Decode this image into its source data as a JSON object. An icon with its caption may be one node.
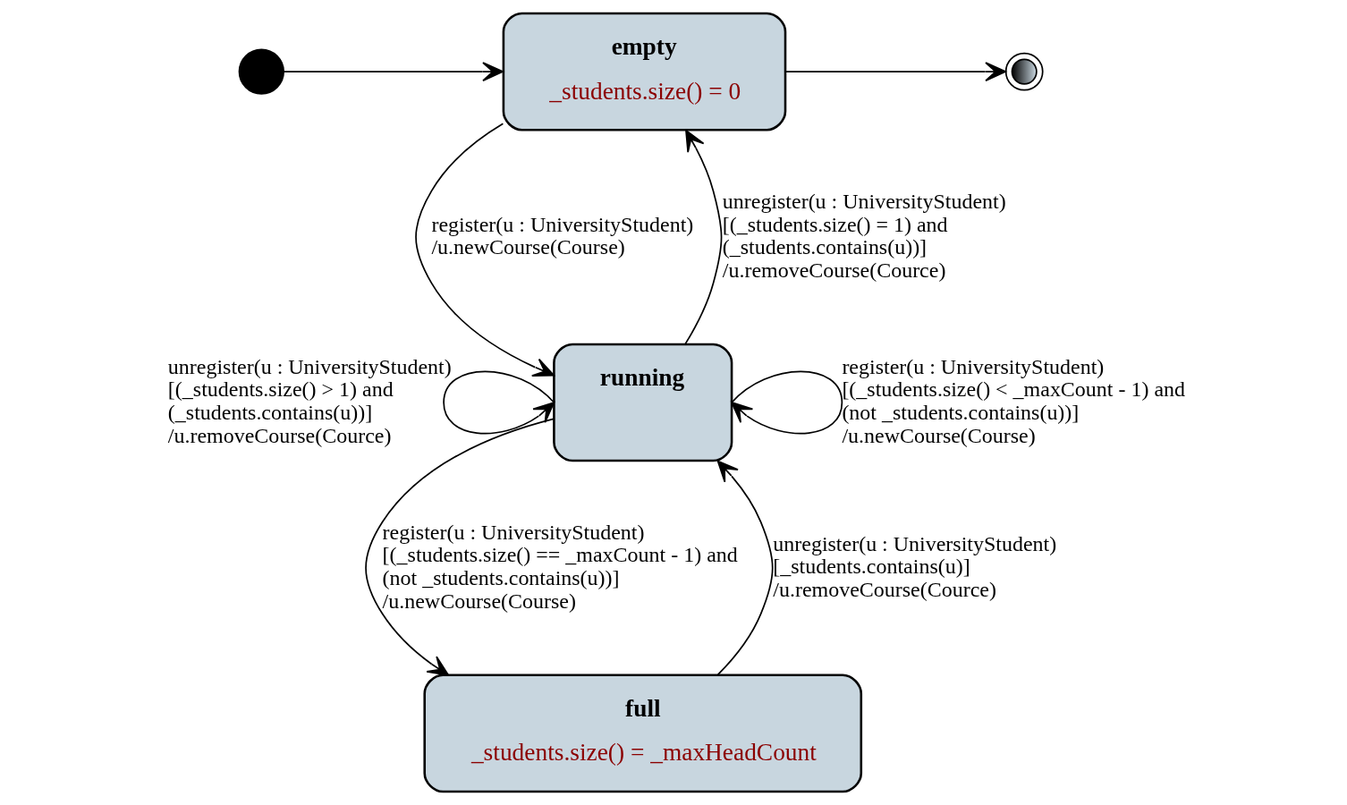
{
  "diagram": {
    "nodes": [
      {
        "text": [],
        "shape": "circle"
      },
      {
        "text": [
          "empty",
          "_students.size() = 0"
        ]
      },
      {
        "text": [],
        "shape": "circle"
      },
      {
        "text": [
          "running"
        ]
      },
      {
        "text": [
          "full",
          "_students.size() = _maxHeadCount"
        ]
      }
    ],
    "edges": [
      {
        "from": 0,
        "to": 1,
        "arrow": "to"
      },
      {
        "from": 1,
        "to": 2,
        "arrow": "to"
      },
      {
        "from": 3,
        "to": 1,
        "arrow": "to",
        "label": "unregister(u : UniversityStudent) [(_students.size() = 1) and (_students.contains(u))] /u.removeCourse(Cource)"
      },
      {
        "from": 1,
        "to": 3,
        "arrow": "to",
        "label": "register(u : UniversityStudent) /u.newCourse(Course)"
      },
      {
        "from": 3,
        "to": 3,
        "arrow": "to",
        "label": "unregister(u : UniversityStudent) [(_students.size() > 1) and (_students.contains(u))] /u.removeCourse(Cource)"
      },
      {
        "from": 3,
        "to": 3,
        "arrow": "to",
        "label": "register(u : UniversityStudent) [(_students.size() < _maxCount - 1) and (not _students.contains(u))] /u.newCourse(Course)"
      },
      {
        "from": 4,
        "to": 3,
        "arrow": "to",
        "label": "unregister(u : UniversityStudent) [_students.contains(u)] /u.removeCourse(Cource)"
      },
      {
        "from": 3,
        "to": 4,
        "arrow": "to",
        "label": "register(u : UniversityStudent) [(_students.size() == _maxCount - 1) and (not _students.contains(u))] /u.newCourse(Course)"
      }
    ]
  }
}
